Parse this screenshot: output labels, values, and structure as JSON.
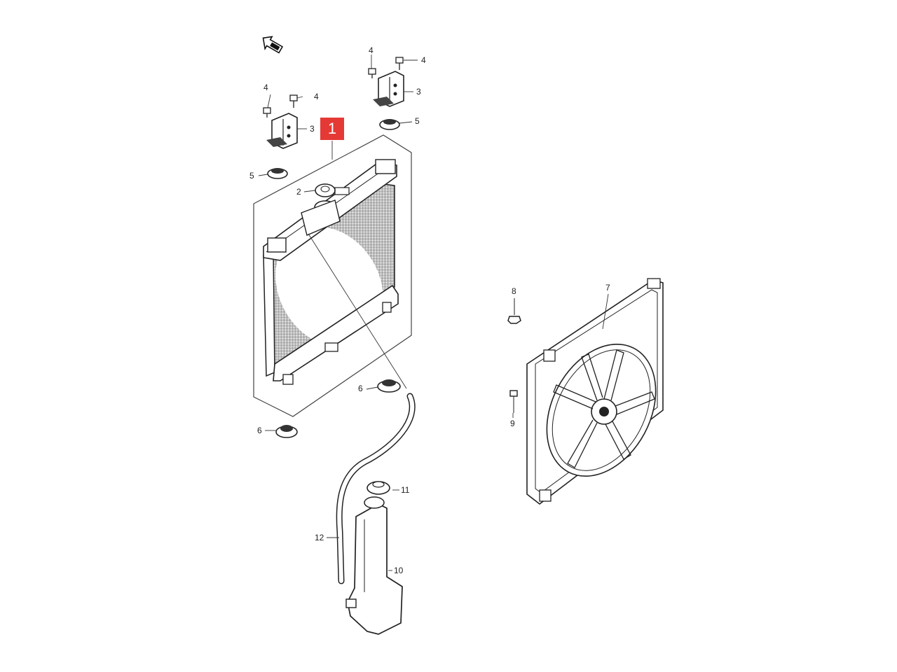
{
  "badge": {
    "label": "1",
    "color": "#e53935"
  },
  "fwd_icon": "fwd-arrow-icon",
  "callouts": {
    "c4a": "4",
    "c4b": "4",
    "c4c": "4",
    "c4d": "4",
    "c3a": "3",
    "c3b": "3",
    "c5a": "5",
    "c5b": "5",
    "c2": "2",
    "c6a": "6",
    "c6b": "6",
    "c7": "7",
    "c8": "8",
    "c9": "9",
    "c11": "11",
    "c12": "12",
    "c10": "10"
  }
}
